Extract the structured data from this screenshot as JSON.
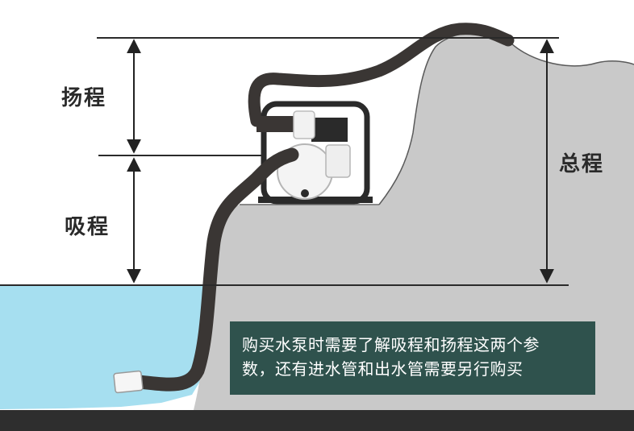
{
  "labels": {
    "discharge_head": "扬程",
    "suction_head": "吸程",
    "total_head": "总程"
  },
  "note": {
    "line1": "购买水泵时需要了解吸程和扬程这两个参",
    "line2": "数，还有进水管和出水管需要另行购买"
  },
  "colors": {
    "rock": "#c9c9c9",
    "water": "#a6dff0",
    "hose": "#3a3634",
    "note_bg": "#2f524d",
    "footer": "#2e2e2e"
  }
}
